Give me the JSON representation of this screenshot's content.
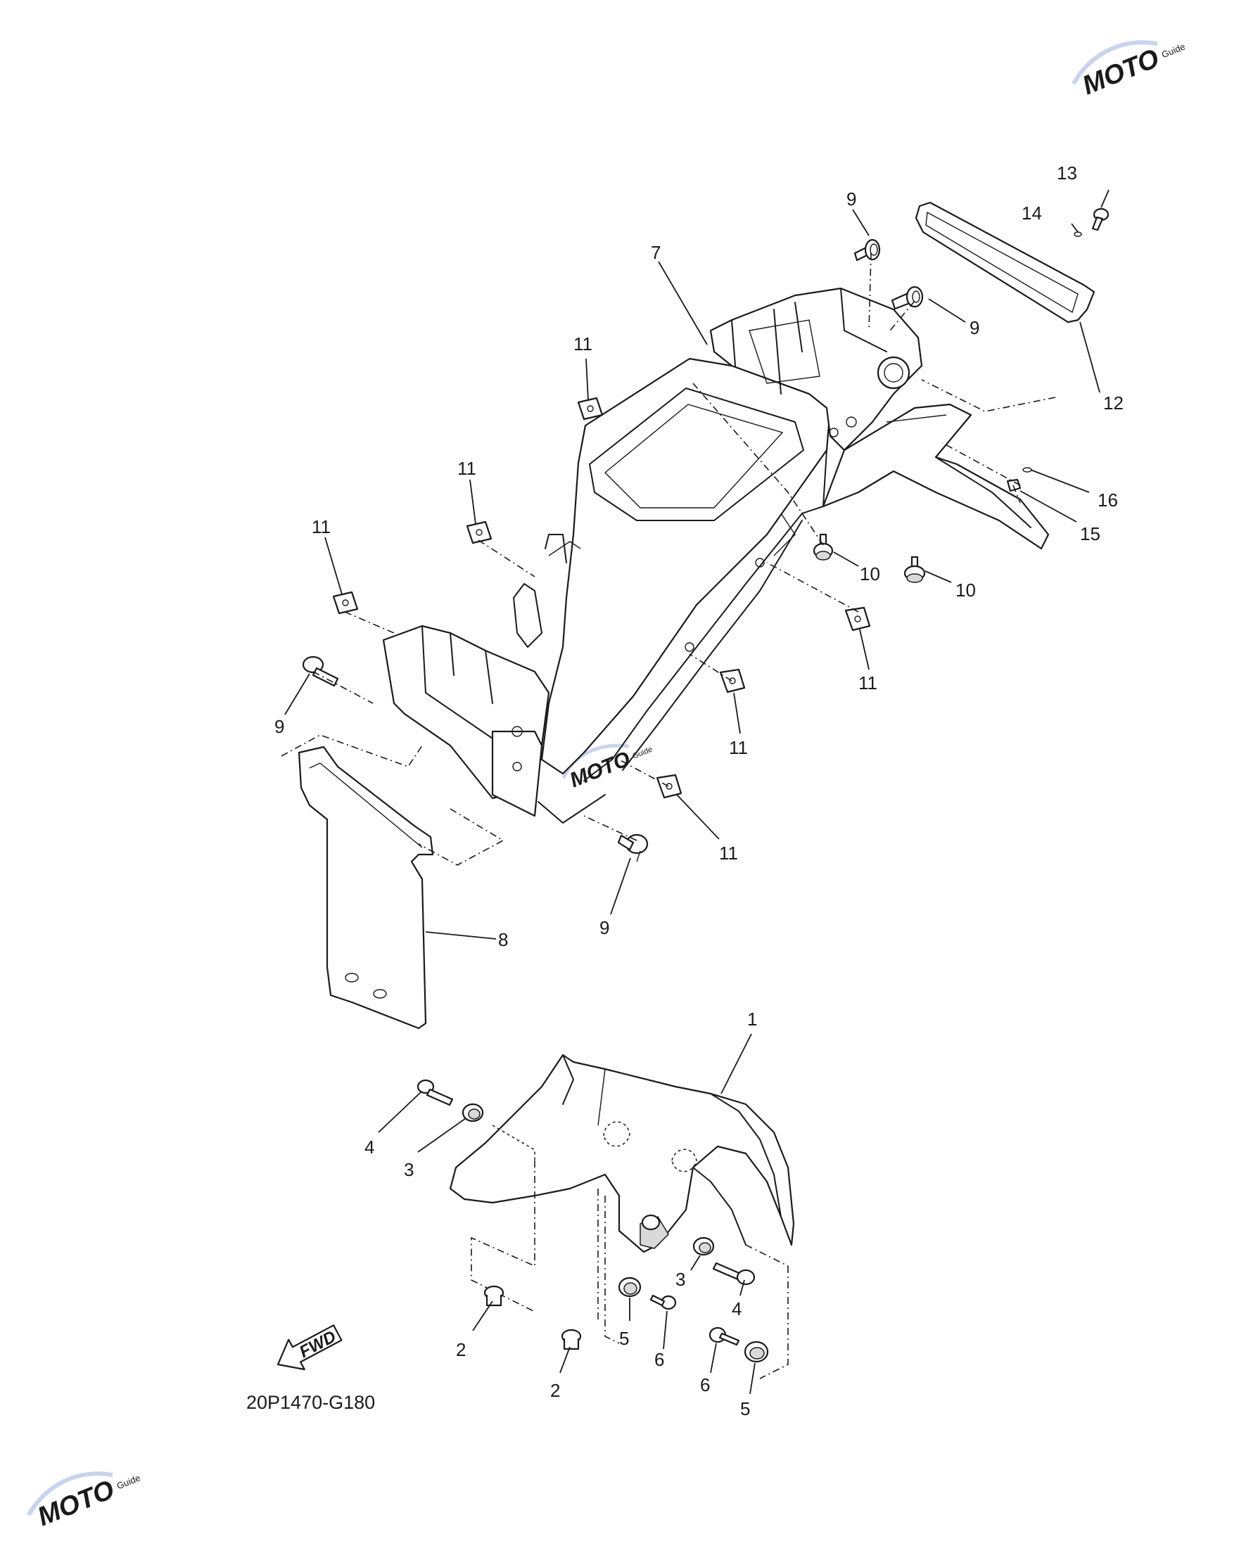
{
  "diagram_code": "20P1470-G180",
  "forward_marker": "FWD",
  "watermark": {
    "logo_text": "MOTO",
    "tag_text": "Guide"
  },
  "callouts": [
    {
      "key": "c1",
      "label": "1"
    },
    {
      "key": "c2a",
      "label": "2"
    },
    {
      "key": "c2b",
      "label": "2"
    },
    {
      "key": "c3a",
      "label": "3"
    },
    {
      "key": "c3b",
      "label": "3"
    },
    {
      "key": "c4a",
      "label": "4"
    },
    {
      "key": "c4b",
      "label": "4"
    },
    {
      "key": "c5a",
      "label": "5"
    },
    {
      "key": "c5b",
      "label": "5"
    },
    {
      "key": "c6a",
      "label": "6"
    },
    {
      "key": "c6b",
      "label": "6"
    },
    {
      "key": "c7",
      "label": "7"
    },
    {
      "key": "c8",
      "label": "8"
    },
    {
      "key": "c9a",
      "label": "9"
    },
    {
      "key": "c9b",
      "label": "9"
    },
    {
      "key": "c9c",
      "label": "9"
    },
    {
      "key": "c9d",
      "label": "9"
    },
    {
      "key": "c10a",
      "label": "10"
    },
    {
      "key": "c10b",
      "label": "10"
    },
    {
      "key": "c11a",
      "label": "11"
    },
    {
      "key": "c11b",
      "label": "11"
    },
    {
      "key": "c11c",
      "label": "11"
    },
    {
      "key": "c11d",
      "label": "11"
    },
    {
      "key": "c11e",
      "label": "11"
    },
    {
      "key": "c11f",
      "label": "11"
    },
    {
      "key": "c12",
      "label": "12"
    },
    {
      "key": "c13",
      "label": "13"
    },
    {
      "key": "c14",
      "label": "14"
    },
    {
      "key": "c15",
      "label": "15"
    },
    {
      "key": "c16",
      "label": "16"
    }
  ],
  "colors": {
    "line": "#1a1a1a",
    "background": "#ffffff",
    "watermark": "#f3b6b6"
  }
}
